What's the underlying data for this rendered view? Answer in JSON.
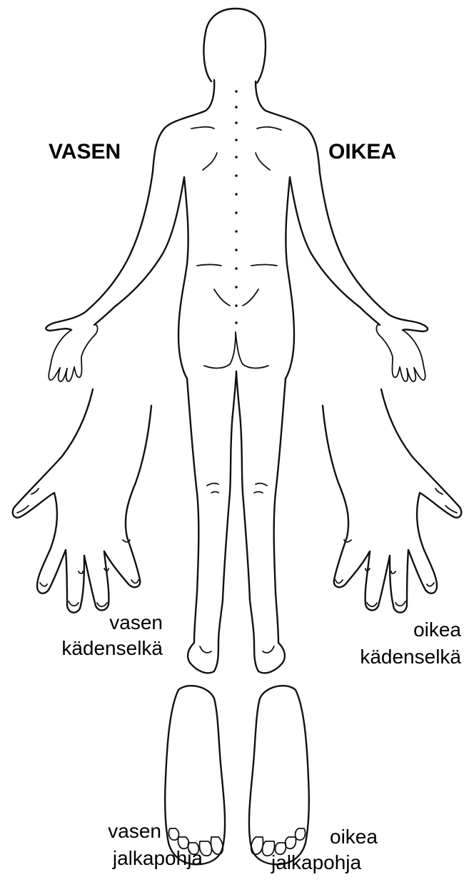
{
  "labels": {
    "left_side": "VASEN",
    "right_side": "OIKEA",
    "left_hand": [
      "vasen",
      "kädenselkä"
    ],
    "right_hand": [
      "oikea",
      "kädenselkä"
    ],
    "left_foot": [
      "vasen",
      "jalkapohja"
    ],
    "right_foot": [
      "oikea",
      "jalkapohja"
    ]
  },
  "icons": {
    "body": "body-back-outline-icon",
    "left_hand": "hand-back-icon",
    "right_hand": "hand-back-icon",
    "left_sole": "foot-sole-icon",
    "right_sole": "foot-sole-icon"
  }
}
